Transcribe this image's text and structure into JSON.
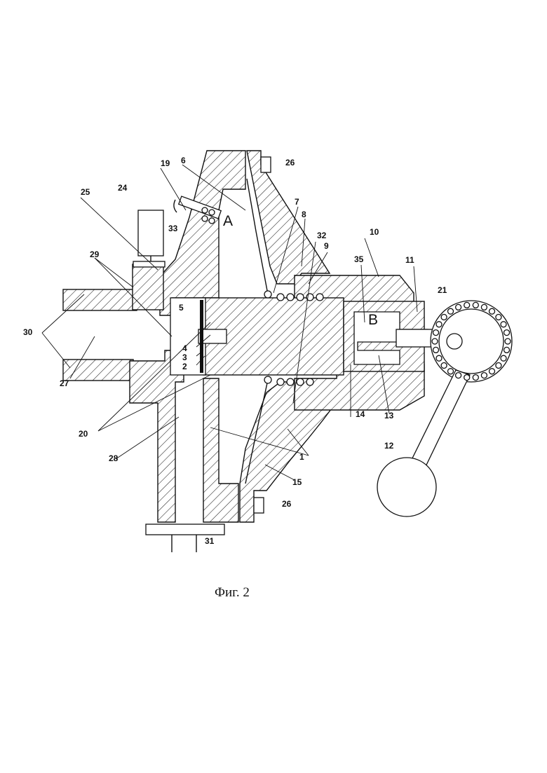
{
  "caption": "Фиг. 2",
  "regions": {
    "a": "A",
    "b": "B"
  },
  "labels": {
    "l1": "1",
    "l2": "2",
    "l3": "3",
    "l4": "4",
    "l5": "5",
    "l6": "6",
    "l7": "7",
    "l8": "8",
    "l9": "9",
    "l10": "10",
    "l11": "11",
    "l12": "12",
    "l13": "13",
    "l14": "14",
    "l15": "15",
    "l19": "19",
    "l20": "20",
    "l21": "21",
    "l24": "24",
    "l25": "25",
    "l26a": "26",
    "l26b": "26",
    "l27": "27",
    "l28": "28",
    "l29": "29",
    "l30": "30",
    "l31": "31",
    "l32": "32",
    "l33": "33",
    "l35": "35"
  }
}
